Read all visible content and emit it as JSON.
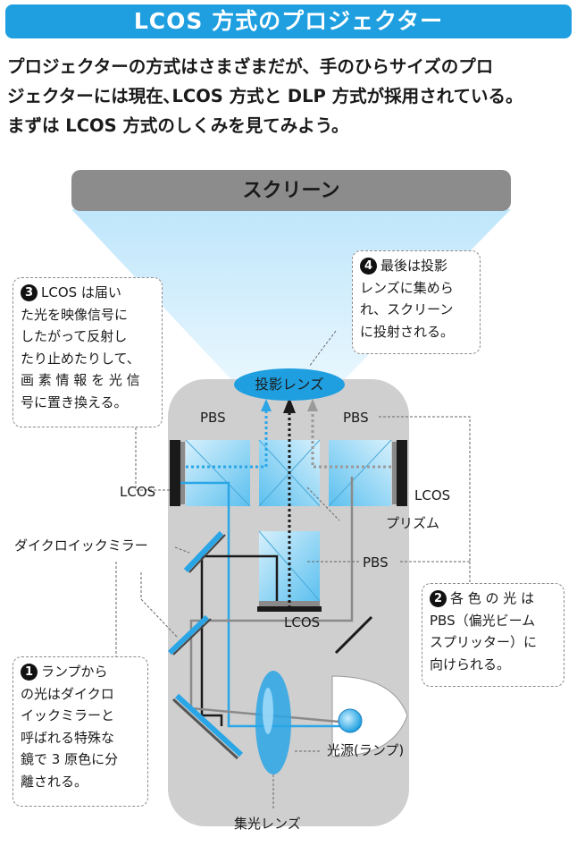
{
  "header": {
    "title": "LCOS 方式のプロジェクター"
  },
  "intro": {
    "lines": [
      "プロジェクターの方式はさまざまだが、手のひらサイズのプロ",
      "ジェクターには現在､LCOS 方式と DLP 方式が採用されている。",
      "まずは LCOS 方式のしくみを見てみよう。"
    ]
  },
  "diagram": {
    "screen_label": "スクリーン",
    "projection_lens_label": "投影レンズ",
    "labels": {
      "pbs_left": "PBS",
      "pbs_right": "PBS",
      "pbs_center": "PBS",
      "lcos_left": "LCOS",
      "lcos_right": "LCOS",
      "lcos_bottom": "LCOS",
      "prism": "プリズム",
      "dichroic_mirror": "ダイクロイックミラー",
      "light_source": "光源(ランプ)",
      "condenser_lens": "集光レンズ"
    },
    "notes": {
      "note1": {
        "number": "1",
        "lines": [
          "ランプから",
          "の光はダイクロ",
          "イックミラーと",
          "呼ばれる特殊な",
          "鏡で 3 原色に分",
          "離される。"
        ]
      },
      "note2": {
        "number": "2",
        "lines": [
          "各 色 の 光 は",
          "PBS（偏光ビーム",
          "スプリッター）に",
          "向けられる。"
        ]
      },
      "note3": {
        "number": "3",
        "lines": [
          "LCOS は届い",
          "た光を映像信号に",
          "したがって反射し",
          "たり止めたりして、",
          "画 素 情 報 を 光 信",
          "号に置き換える。"
        ]
      },
      "note4": {
        "number": "4",
        "lines": [
          "最後は投影",
          "レンズに集めら",
          "れ、スクリーン",
          "に投射される。"
        ]
      }
    },
    "colors": {
      "accent_blue": "#1f9fe0",
      "light_blue": "#7fd0f4",
      "housing_gray": "#cfcfcf",
      "screen_gray": "#8c8c8c"
    }
  }
}
